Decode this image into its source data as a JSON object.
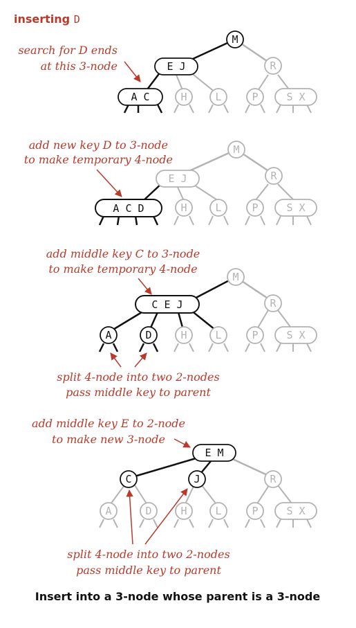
{
  "heading": {
    "prefix": "inserting ",
    "key": "D"
  },
  "steps": [
    {
      "annotation": [
        "search for D ends",
        "at this 3-node"
      ],
      "nodes": [
        "M",
        "E J",
        "R",
        "A C",
        "H",
        "L",
        "P",
        "S X"
      ]
    },
    {
      "annotation": [
        "add new key D to 3-node",
        "to make temporary 4-node"
      ],
      "nodes": [
        "M",
        "E J",
        "R",
        "A C D",
        "H",
        "L",
        "P",
        "S X"
      ]
    },
    {
      "annotation": [
        "add middle key C to 3-node",
        "to make temporary 4-node"
      ],
      "note": [
        "split 4-node into two 2-nodes",
        "pass middle key to parent"
      ],
      "nodes": [
        "M",
        "C E J",
        "R",
        "A",
        "D",
        "H",
        "L",
        "P",
        "S X"
      ]
    },
    {
      "annotation": [
        "add middle key E to 2-node",
        "to make new 3-node"
      ],
      "note": [
        "split 4-node into two 2-nodes",
        "pass middle key to parent"
      ],
      "nodes": [
        "E M",
        "C",
        "J",
        "R",
        "A",
        "D",
        "H",
        "L",
        "P",
        "S X"
      ]
    }
  ],
  "caption": "Insert into a 3-node whose parent is a 3-node",
  "colors": {
    "annotation": "#b83a2b",
    "active": "#111111",
    "inactive": "#b3b3b3"
  }
}
